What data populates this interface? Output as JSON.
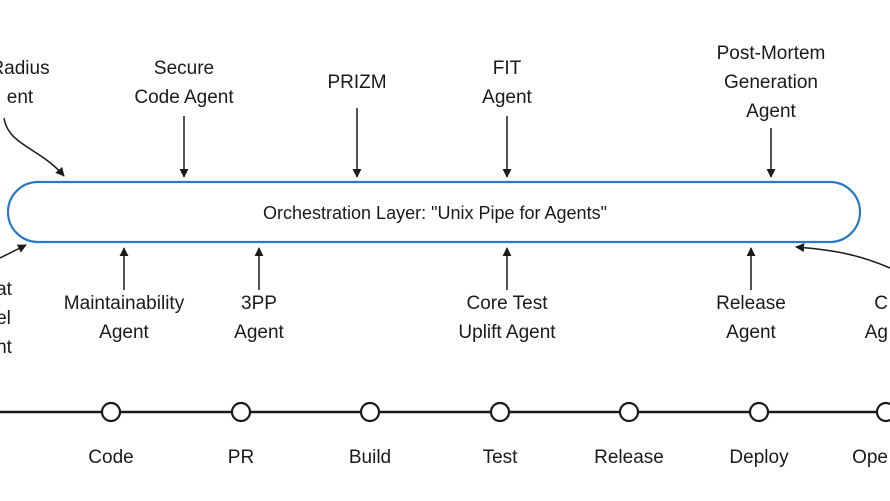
{
  "orchestration": {
    "label": "Orchestration Layer: \"Unix Pipe for Agents\""
  },
  "colors": {
    "pill_stroke": "#2b78c5",
    "line": "#1a1a1a"
  },
  "top_agents": [
    {
      "lines": [
        "Radius",
        "ent"
      ]
    },
    {
      "lines": [
        "Secure",
        "Code Agent"
      ]
    },
    {
      "lines": [
        "PRIZM"
      ]
    },
    {
      "lines": [
        "FIT",
        "Agent"
      ]
    },
    {
      "lines": [
        "Post-Mortem",
        "Generation",
        "Agent"
      ]
    }
  ],
  "bottom_agents": [
    {
      "lines": [
        "at",
        "el",
        "nt"
      ]
    },
    {
      "lines": [
        "Maintainability",
        "Agent"
      ]
    },
    {
      "lines": [
        "3PP",
        "Agent"
      ]
    },
    {
      "lines": [
        "Core Test",
        "Uplift Agent"
      ]
    },
    {
      "lines": [
        "Release",
        "Agent"
      ]
    },
    {
      "lines": [
        "C",
        "Ag"
      ]
    }
  ],
  "stages": [
    "Code",
    "PR",
    "Build",
    "Test",
    "Release",
    "Deploy",
    "Ope"
  ]
}
